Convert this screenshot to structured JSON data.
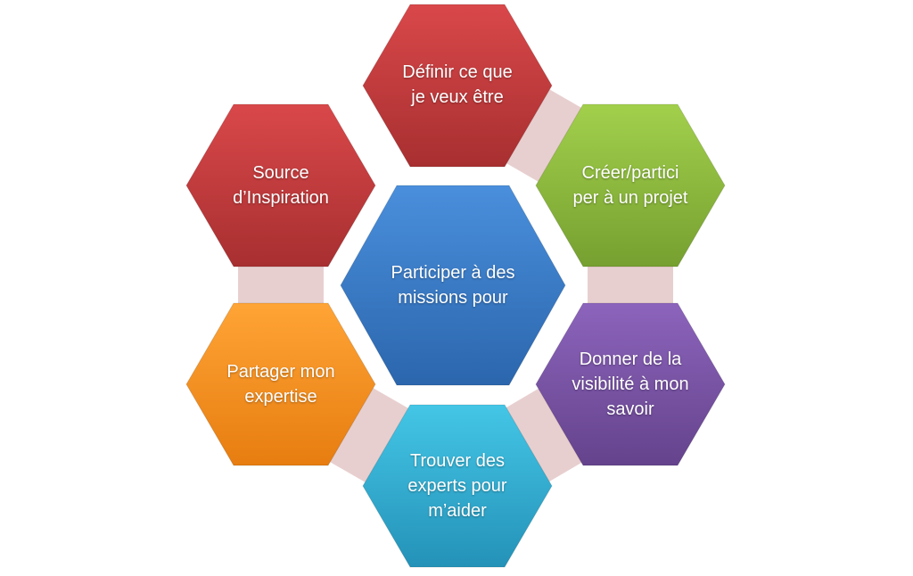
{
  "center": {
    "text": "Participer à des missions pour",
    "color_top": "#4a8fdc",
    "color_bottom": "#2b66ad"
  },
  "nodes": [
    {
      "id": "definir",
      "text": "Définir ce que je veux être",
      "color_top": "#d9484a",
      "color_bottom": "#a82f30"
    },
    {
      "id": "creer",
      "text": "Créer/partici per à un projet",
      "color_top": "#a2d04c",
      "color_bottom": "#76a030"
    },
    {
      "id": "donner",
      "text": "Donner de la visibilité à mon savoir",
      "color_top": "#8c64bc",
      "color_bottom": "#65438c"
    },
    {
      "id": "trouver",
      "text": "Trouver des experts pour m’aider",
      "color_top": "#44c6e6",
      "color_bottom": "#2492b8"
    },
    {
      "id": "partager",
      "text": "Partager mon expertise",
      "color_top": "#ffa436",
      "color_bottom": "#e77d10"
    },
    {
      "id": "source",
      "text": "Source d’Inspiration",
      "color_top": "#d9484a",
      "color_bottom": "#a82f30"
    }
  ],
  "connector_color": "#e8cfcf"
}
